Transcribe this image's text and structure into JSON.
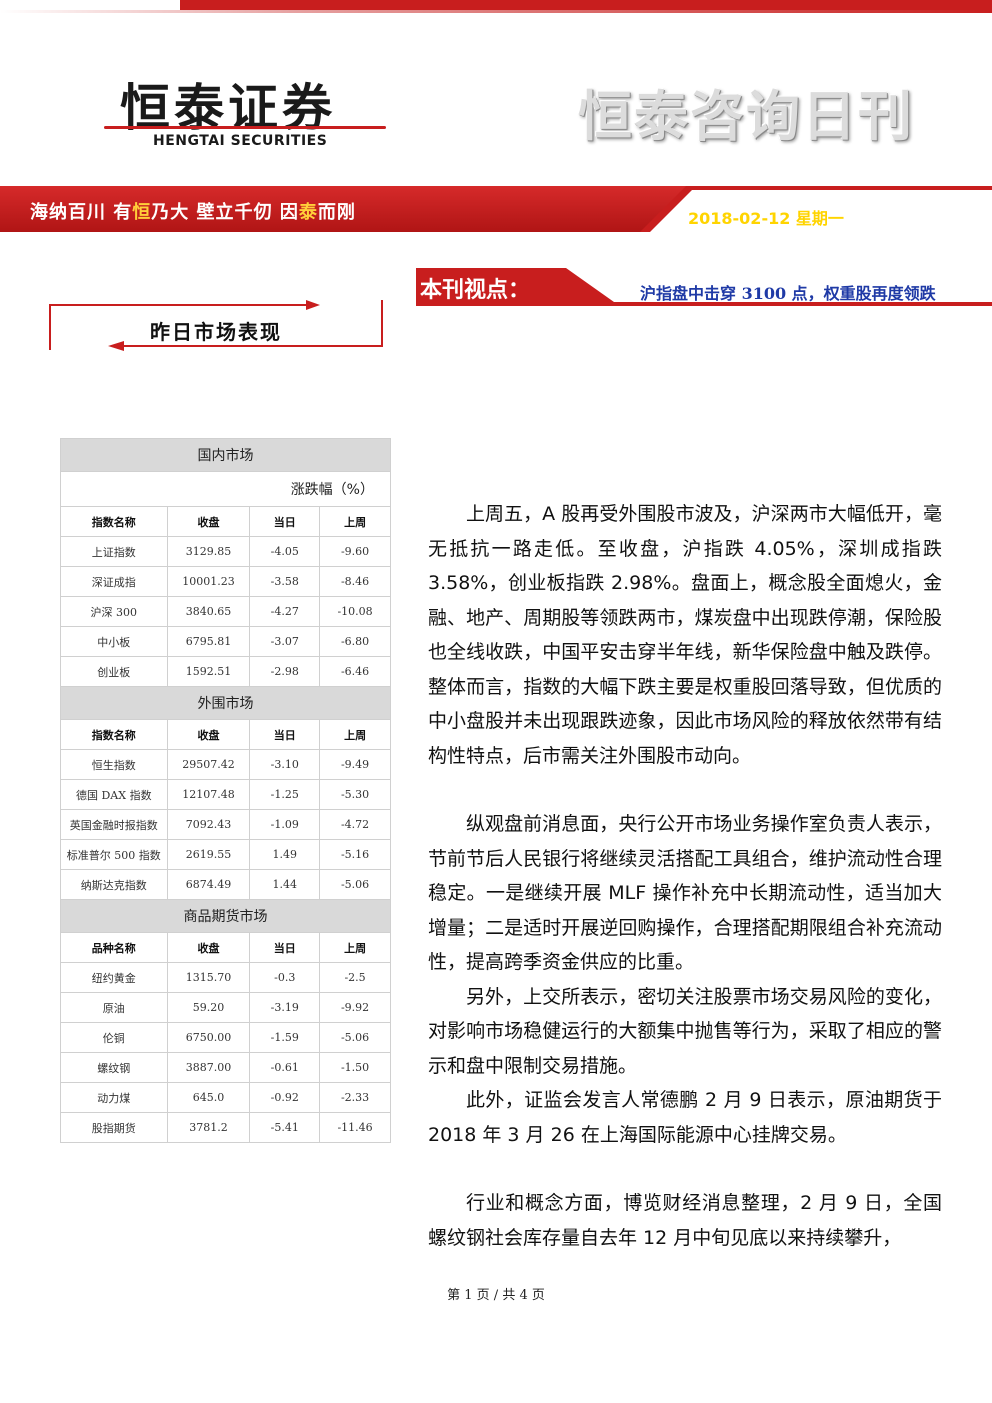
{
  "header": {
    "logo_cn": "恒泰证券",
    "logo_en": "HENGTAI SECURITIES",
    "publication": "恒泰咨询日刊",
    "slogan": {
      "part1": "海纳百川  有",
      "hl1": "恒",
      "part2": "乃大    壁立千仞  因",
      "hl2": "泰",
      "part3": "而刚"
    },
    "date": "2018-02-12  星期一"
  },
  "section_title": "昨日市场表现",
  "viewpoint": {
    "label": "本刊视点：",
    "headline": "沪指盘中击穿 3100 点，权重股再度领跌"
  },
  "market_table": {
    "domestic_title": "国内市场",
    "unit_label": "涨跌幅（%）",
    "domestic_headers": [
      "指数名称",
      "收盘",
      "当日",
      "上周"
    ],
    "domestic_rows": [
      [
        "上证指数",
        "3129.85",
        "-4.05",
        "-9.60"
      ],
      [
        "深证成指",
        "10001.23",
        "-3.58",
        "-8.46"
      ],
      [
        "沪深 300",
        "3840.65",
        "-4.27",
        "-10.08"
      ],
      [
        "中小板",
        "6795.81",
        "-3.07",
        "-6.80"
      ],
      [
        "创业板",
        "1592.51",
        "-2.98",
        "-6.46"
      ]
    ],
    "foreign_title": "外围市场",
    "foreign_headers": [
      "指数名称",
      "收盘",
      "当日",
      "上周"
    ],
    "foreign_rows": [
      [
        "恒生指数",
        "29507.42",
        "-3.10",
        "-9.49"
      ],
      [
        "德国 DAX 指数",
        "12107.48",
        "-1.25",
        "-5.30"
      ],
      [
        "英国金融时报指数",
        "7092.43",
        "-1.09",
        "-4.72"
      ],
      [
        "标准普尔 500 指数",
        "2619.55",
        "1.49",
        "-5.16"
      ],
      [
        "纳斯达克指数",
        "6874.49",
        "1.44",
        "-5.06"
      ]
    ],
    "futures_title": "商品期货市场",
    "futures_headers": [
      "品种名称",
      "收盘",
      "当日",
      "上周"
    ],
    "futures_rows": [
      [
        "纽约黄金",
        "1315.70",
        "-0.3",
        "-2.5"
      ],
      [
        "原油",
        "59.20",
        "-3.19",
        "-9.92"
      ],
      [
        "伦铜",
        "6750.00",
        "-1.59",
        "-5.06"
      ],
      [
        "螺纹钢",
        "3887.00",
        "-0.61",
        "-1.50"
      ],
      [
        "动力煤",
        "645.0",
        "-0.92",
        "-2.33"
      ],
      [
        "股指期货",
        "3781.2",
        "-5.41",
        "-11.46"
      ]
    ]
  },
  "body": {
    "p1": "上周五，A 股再受外围股市波及，沪深两市大幅低开，毫无抵抗一路走低。至收盘，沪指跌 4.05%，深圳成指跌 3.58%，创业板指跌 2.98%。盘面上，概念股全面熄火，金融、地产、周期股等领跌两市，煤炭盘中出现跌停潮，保险股也全线收跌，中国平安击穿半年线，新华保险盘中触及跌停。整体而言，指数的大幅下跌主要是权重股回落导致，但优质的中小盘股并未出现跟跌迹象，因此市场风险的释放依然带有结构性特点，后市需关注外围股市动向。",
    "p2": "纵观盘前消息面，央行公开市场业务操作室负责人表示，节前节后人民银行将继续灵活搭配工具组合，维护流动性合理稳定。一是继续开展 MLF 操作补充中长期流动性，适当加大增量；二是适时开展逆回购操作，合理搭配期限组合补充流动性，提高跨季资金供应的比重。",
    "p3": "另外，上交所表示，密切关注股票市场交易风险的变化，对影响市场稳健运行的大额集中抛售等行为，采取了相应的警示和盘中限制交易措施。",
    "p4": "此外，证监会发言人常德鹏 2 月 9 日表示，原油期货于 2018 年 3 月 26 在上海国际能源中心挂牌交易。",
    "p5": "行业和概念方面，博览财经消息整理，2 月 9 日，全国螺纹钢社会库存量自去年 12 月中旬见底以来持续攀升，"
  },
  "footer": "第 1 页 / 共 4 页",
  "colors": {
    "brand_red": "#c81e1e",
    "date_yellow": "#ffd400",
    "headline_blue": "#1f3aa6"
  }
}
